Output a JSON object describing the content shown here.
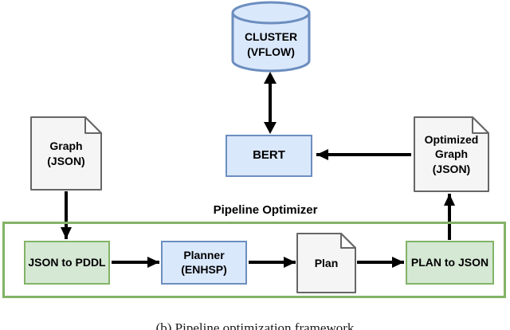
{
  "diagram": {
    "caption": "(b) Pipeline optimization framework",
    "container": {
      "label": "Pipeline Optimizer"
    },
    "nodes": {
      "cluster": {
        "label": "CLUSTER\n(VFLOW)",
        "shape": "cylinder"
      },
      "bert": {
        "label": "BERT",
        "shape": "rect"
      },
      "graph_doc": {
        "label": "Graph\n(JSON)",
        "shape": "document"
      },
      "optimized_doc": {
        "label": "Optimized\nGraph\n(JSON)",
        "shape": "document"
      },
      "json_to_pddl": {
        "label": "JSON to\nPDDL",
        "shape": "rect"
      },
      "planner": {
        "label": "Planner\n(ENHSP)",
        "shape": "rect"
      },
      "plan_doc": {
        "label": "Plan",
        "shape": "document"
      },
      "plan_to_json": {
        "label": "PLAN to\nJSON",
        "shape": "rect"
      }
    },
    "edges": [
      {
        "from": "cluster",
        "to": "bert",
        "direction": "both"
      },
      {
        "from": "optimized_doc",
        "to": "bert",
        "direction": "one-way"
      },
      {
        "from": "graph_doc",
        "to": "json_to_pddl",
        "direction": "one-way"
      },
      {
        "from": "json_to_pddl",
        "to": "planner",
        "direction": "one-way"
      },
      {
        "from": "planner",
        "to": "plan_doc",
        "direction": "one-way"
      },
      {
        "from": "plan_doc",
        "to": "plan_to_json",
        "direction": "one-way"
      },
      {
        "from": "plan_to_json",
        "to": "optimized_doc",
        "direction": "one-way"
      }
    ],
    "colors": {
      "blue_fill": "#dae8fc",
      "blue_stroke": "#6c8ebf",
      "green_fill": "#d5e8d4",
      "green_stroke": "#82b366",
      "doc_fill": "#f5f5f5",
      "doc_stroke": "#666666",
      "arrow": "#000000"
    }
  }
}
